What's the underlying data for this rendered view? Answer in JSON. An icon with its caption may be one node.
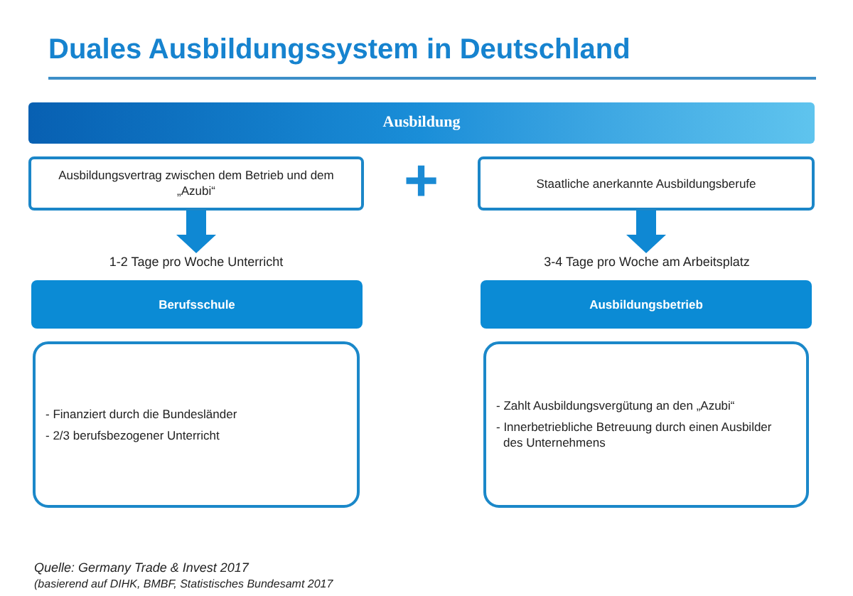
{
  "diagram": {
    "title": "Duales Ausbildungssystem in Deutschland",
    "nodes": [
      {
        "text": [
          "Ausbildung"
        ]
      },
      {
        "text": [
          "Ausbildungsvertrag zwischen dem Betrieb und dem „Azubi“"
        ]
      },
      {
        "text": [
          "Staatliche anerkannte Ausbildungsberufe"
        ]
      },
      {
        "text": [
          "1-2 Tage pro Woche Unterricht"
        ]
      },
      {
        "text": [
          "3-4 Tage pro Woche am Arbeitsplatz"
        ]
      },
      {
        "text": [
          "Berufsschule"
        ]
      },
      {
        "text": [
          "Ausbildungsbetrieb"
        ]
      },
      {
        "text": [
          "- Finanziert durch die Bundesländer",
          "- 2/3 berufsbezogener Unterricht"
        ]
      },
      {
        "text": [
          "- Zahlt Ausbildungsvergütung an den „Azubi“",
          "- Innerbetriebliche Betreuung durch einen Ausbilder des Unternehmens"
        ]
      }
    ],
    "edges": [
      {
        "from": 1,
        "to": 3,
        "arrow": "to"
      },
      {
        "from": 2,
        "to": 4,
        "arrow": "to"
      }
    ],
    "labels": [
      "+",
      "Quelle: Germany Trade & Invest 2017",
      "(basierend auf DIHK, BMBF, Statistisches Bundesamt 2017"
    ]
  }
}
